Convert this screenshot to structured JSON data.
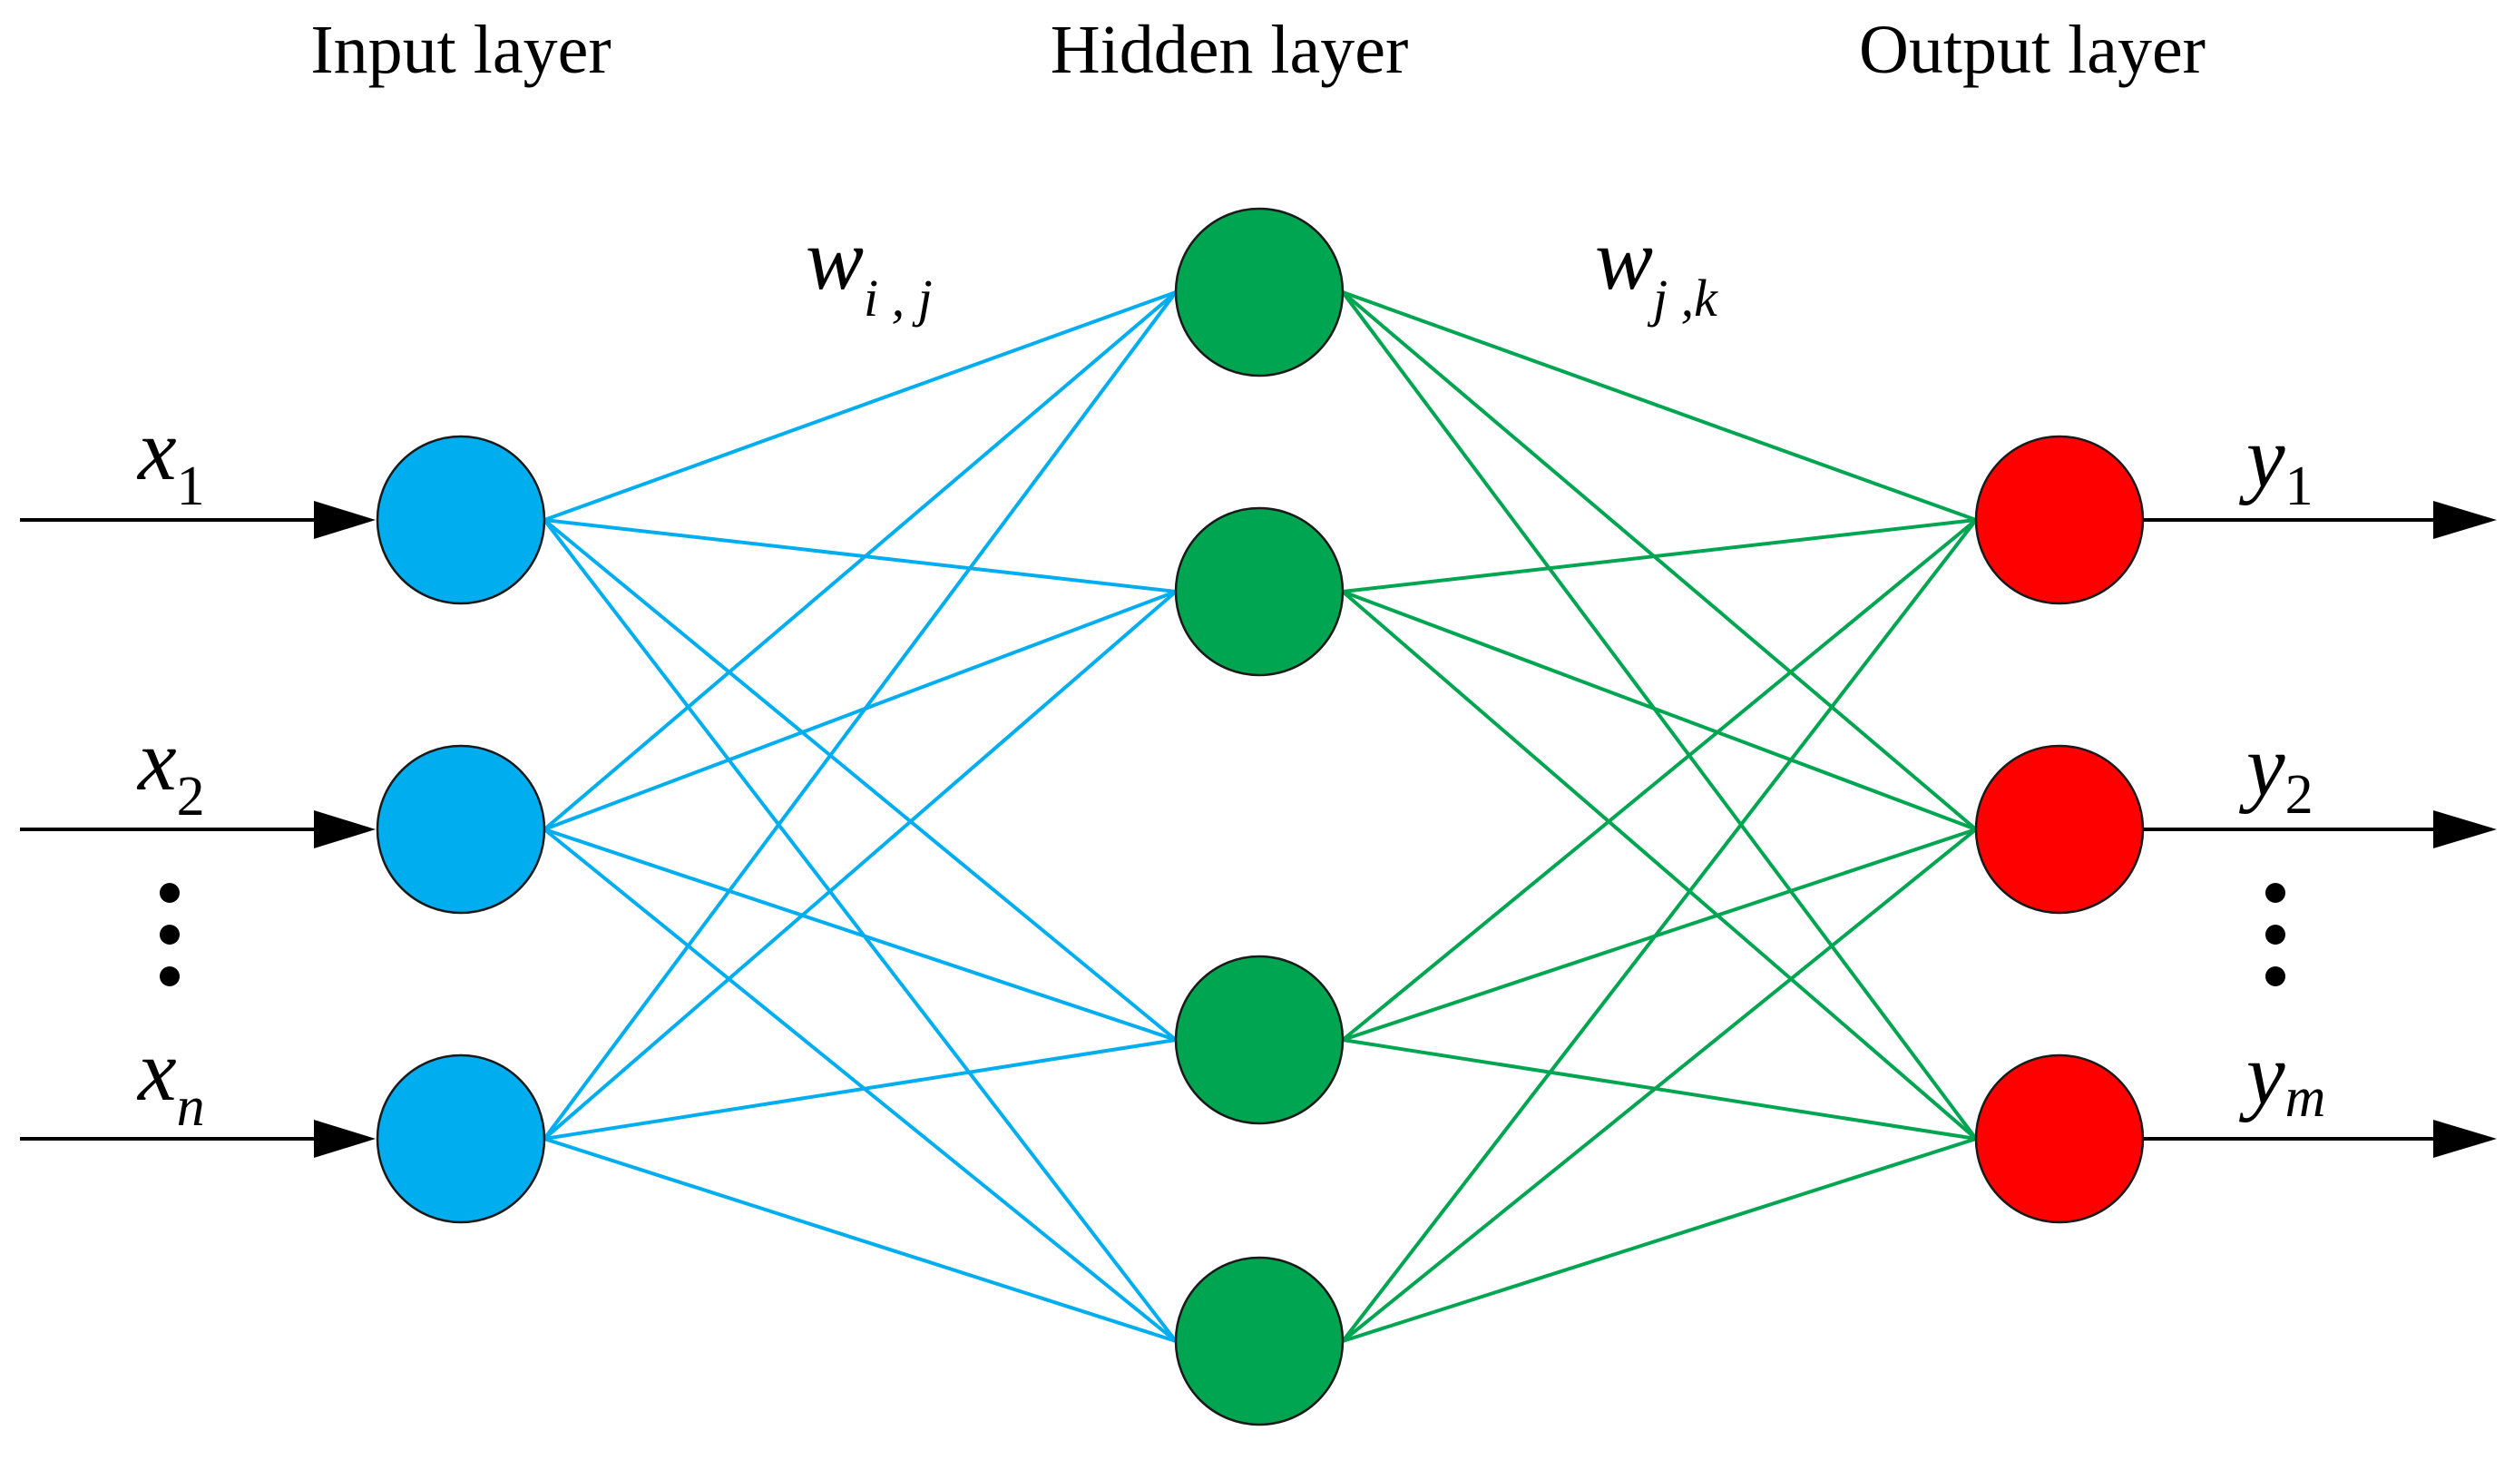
{
  "titles": {
    "input": "Input layer",
    "hidden": "Hidden layer",
    "output": "Output layer"
  },
  "weights": {
    "input_hidden": {
      "main": "w",
      "sub": "i , j"
    },
    "hidden_output": {
      "main": "w",
      "sub": "j ,k"
    }
  },
  "inputs": [
    {
      "main": "x",
      "sub": "1"
    },
    {
      "main": "x",
      "sub": "2"
    },
    {
      "main": "x",
      "sub": "n"
    }
  ],
  "outputs": [
    {
      "main": "y",
      "sub": "1"
    },
    {
      "main": "y",
      "sub": "2"
    },
    {
      "main": "y",
      "sub": "m"
    }
  ],
  "colors": {
    "input_node": "#00aeef",
    "hidden_node": "#00a551",
    "output_node": "#ff0000",
    "input_hidden_edge": "#00aeef",
    "hidden_output_edge": "#00a551",
    "arrow": "#000000"
  }
}
